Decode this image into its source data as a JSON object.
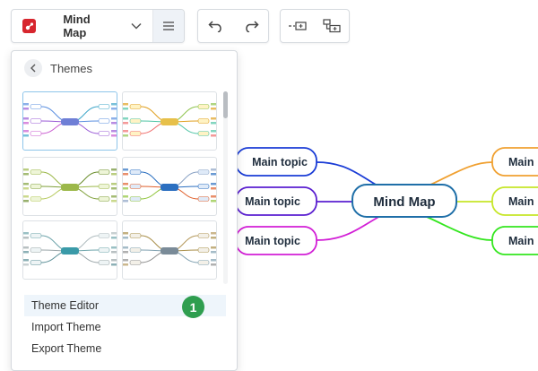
{
  "toolbar": {
    "document_title": "Mind Map",
    "icons": {
      "logo": "app-logo-icon",
      "chevron": "chevron-down-icon",
      "menu": "hamburger-menu-icon",
      "undo": "undo-icon",
      "redo": "redo-icon",
      "insert_topic": "insert-topic-icon",
      "insert_subtopic": "insert-subtopic-icon"
    }
  },
  "themes_panel": {
    "title": "Themes",
    "themes_visible": 6,
    "menu": {
      "theme_editor": "Theme Editor",
      "import_theme": "Import Theme",
      "export_theme": "Export Theme"
    },
    "step_badge": "1"
  },
  "mindmap": {
    "central": "Mind Map",
    "left_topics": [
      "Main topic",
      "Main topic",
      "Main topic"
    ],
    "right_topics": [
      "Main",
      "Main",
      "Main"
    ],
    "colors": {
      "central_border": "#1f6fa8",
      "left": [
        "#1a3cd6",
        "#5a1fd0",
        "#d21ed6"
      ],
      "right": [
        "#f0a030",
        "#c6e628",
        "#33e61e"
      ]
    }
  }
}
